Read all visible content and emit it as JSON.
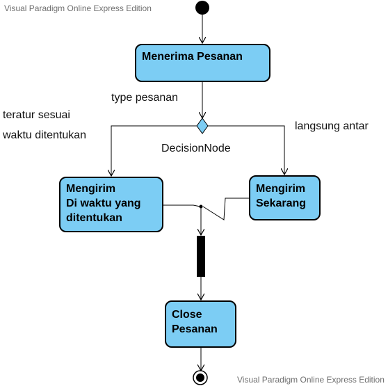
{
  "watermark": {
    "top": "Visual Paradigm Online Express Edition",
    "bottom": "Visual Paradigm Online Express Edition"
  },
  "nodes": {
    "menerima_pesanan": "Menerima Pesanan",
    "mengirim_waktu": "Mengirim\nDi waktu yang\nditentukan",
    "mengirim_sekarang": "Mengirim\nSekarang",
    "close_pesanan": "Close\nPesanan"
  },
  "labels": {
    "type_pesanan": "type pesanan",
    "teratur_line1": "teratur sesuai",
    "teratur_line2": "waktu ditentukan",
    "langsung_antar": "langsung antar",
    "decision_node": "DecisionNode"
  },
  "colors": {
    "node_fill": "#7ccdf4",
    "line": "#000000",
    "watermark": "#6f6f6f"
  }
}
